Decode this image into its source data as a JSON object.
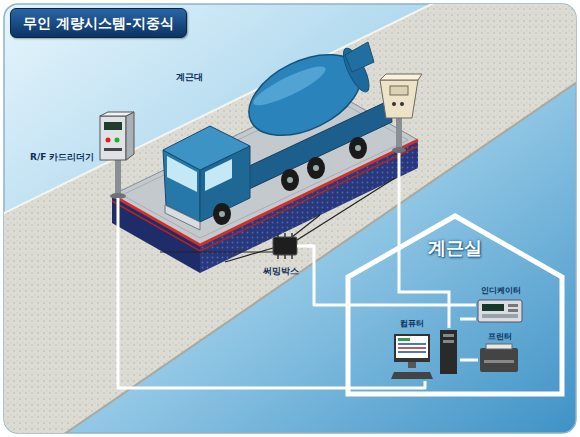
{
  "diagram": {
    "title": "무인 계량시스템-지중식",
    "nodes": [
      {
        "text": [
          "R/F 카드리더기"
        ]
      },
      {
        "text": [
          "써밍박스"
        ]
      },
      {
        "text": [
          "계근실"
        ]
      },
      {
        "text": [
          "인디케이터"
        ],
        "in": 2
      },
      {
        "text": [
          "컴퓨터"
        ],
        "in": 2
      },
      {
        "text": [
          "프린터"
        ],
        "in": 2
      }
    ],
    "edges": [
      {
        "from": 0,
        "to": 4,
        "arrow": "none"
      },
      {
        "from": 1,
        "to": 3,
        "arrow": "none"
      },
      {
        "from": 3,
        "to": 4,
        "arrow": "none"
      },
      {
        "from": 4,
        "to": 5,
        "arrow": "none"
      }
    ],
    "labels": [
      "계근대"
    ]
  }
}
